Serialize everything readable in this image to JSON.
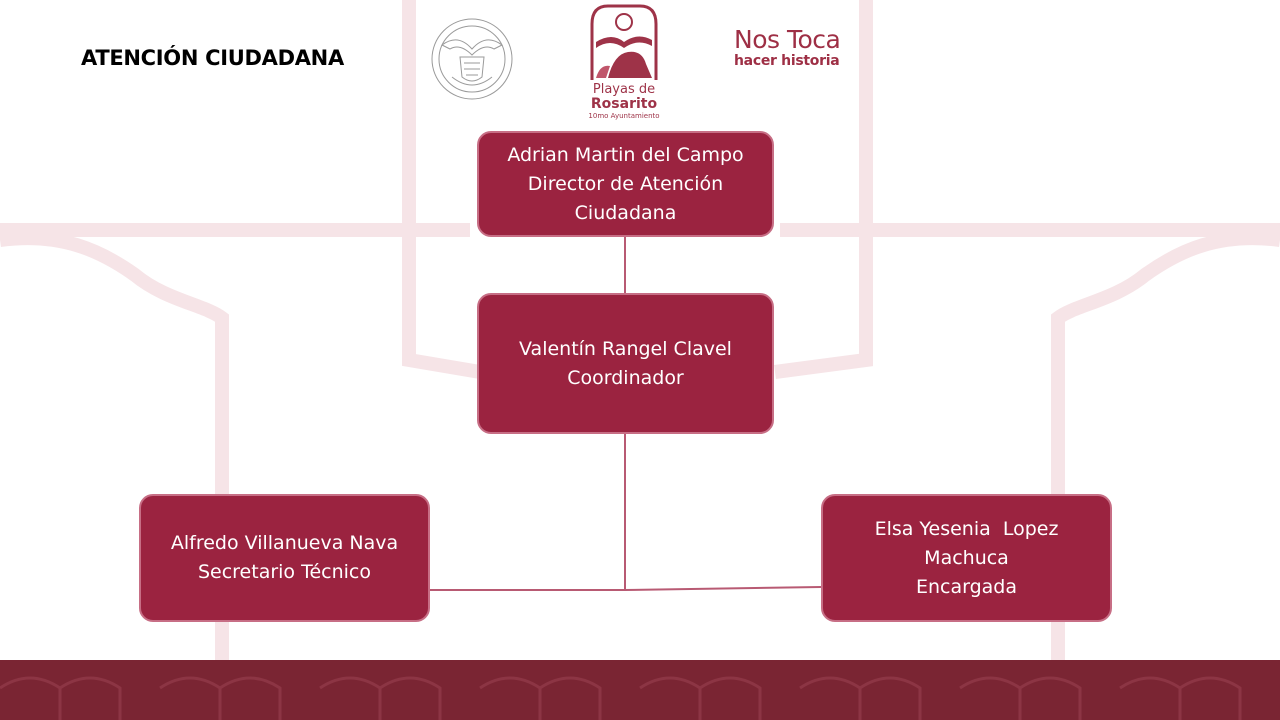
{
  "title": "ATENCIÓN CIUDADANA",
  "logos": {
    "seal": {
      "icon": "municipal-seal-icon"
    },
    "playas": {
      "line1": "Playas de",
      "line2": "Rosarito",
      "line3": "10mo Ayuntamiento"
    },
    "nostoca": {
      "line1": "Nos Toca",
      "line2": "hacer historia"
    }
  },
  "org": {
    "director": {
      "lines": [
        "Adrian Martin del Campo",
        "Director de Atención",
        "Ciudadana"
      ]
    },
    "coordinator": {
      "lines": [
        "Valentín Rangel Clavel",
        "Coordinador"
      ]
    },
    "secretary": {
      "lines": [
        "Alfredo Villanueva Nava",
        "Secretario Técnico"
      ]
    },
    "manager": {
      "lines": [
        "Elsa Yesenia  Lopez",
        "Machuca",
        "Encargada"
      ]
    }
  },
  "colors": {
    "node_fill": "#9b2340",
    "node_border": "#c76e85",
    "connector": "#b85a73",
    "footer": "#7a2533",
    "brand": "#9e2f45"
  }
}
